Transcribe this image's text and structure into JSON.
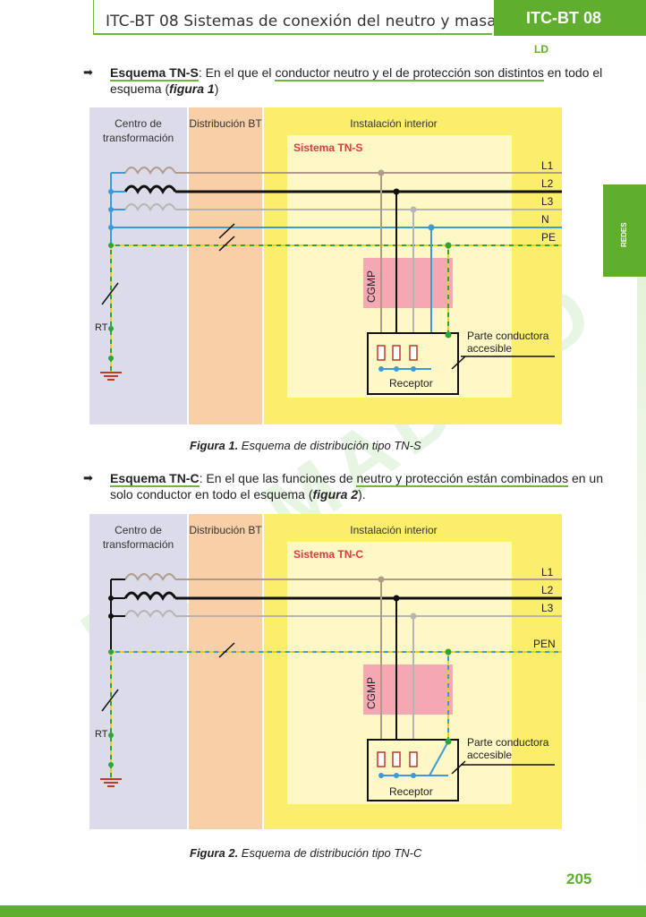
{
  "header": {
    "title": "ITC-BT 08 Sistemas de conexión del neutro y masas",
    "badge": "ITC-BT 08",
    "logo": "LD"
  },
  "side_tab": "REDES",
  "bullet1": {
    "label": "Esquema TN-S",
    "text_before": ": En el que el ",
    "text_highlight": "conductor neutro y el de protección son distintos",
    "text_after": " en todo el esquema (",
    "fig_ref": "figura 1",
    "close": ")"
  },
  "bullet2": {
    "label": "Esquema TN-C",
    "text_before": ": En el que las funciones de ",
    "text_highlight": "neutro y protección están combinados",
    "text_after": " en un solo conductor en todo el esquema (",
    "fig_ref": "figura 2",
    "close": ")."
  },
  "figure1": {
    "col_a": "Centro de transformación",
    "col_b": "Distribución BT",
    "col_c": "Instalación interior",
    "system": "Sistema TN-S",
    "lines": [
      "L1",
      "L2",
      "L3",
      "N",
      "PE"
    ],
    "cgmp": "CGMP",
    "rt": "RT",
    "accessible": "Parte conductora accesible",
    "receptor": "Receptor",
    "caption_bold": "Figura 1.",
    "caption_text": " Esquema de distribución tipo TN-S"
  },
  "figure2": {
    "col_a": "Centro de transformación",
    "col_b": "Distribución BT",
    "col_c": "Instalación interior",
    "system": "Sistema TN-C",
    "lines": [
      "L1",
      "L2",
      "L3",
      "PEN"
    ],
    "cgmp": "CGMP",
    "rt": "RT",
    "accessible": "Parte conductora accesible",
    "receptor": "Receptor",
    "caption_bold": "Figura 2.",
    "caption_text": " Esquema de distribución tipo TN-C"
  },
  "watermark": "PLC MADRID",
  "page_number": "205",
  "colors": {
    "green": "#5fae2e",
    "l1": "#b09a8a",
    "l2": "#111111",
    "l3": "#b5b5b5",
    "n": "#3d9ad6",
    "pe_green": "#2aa53a",
    "pe_yellow": "#e6d21a",
    "system_red": "#e0383f"
  }
}
